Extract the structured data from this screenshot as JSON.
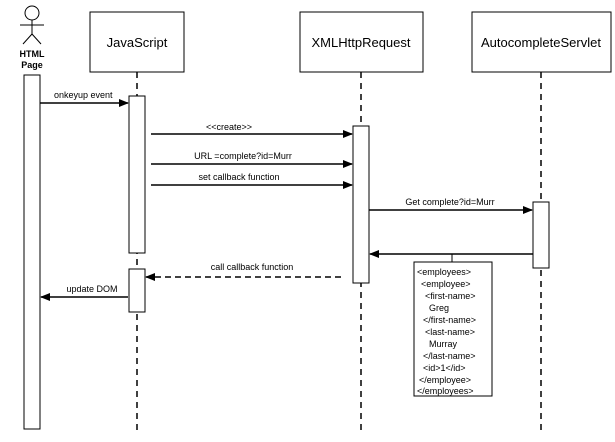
{
  "actor": {
    "name_line1": "HTML",
    "name_line2": "Page"
  },
  "participants": [
    "JavaScript",
    "XMLHttpRequest",
    "AutocompleteServlet"
  ],
  "messages": {
    "onkeyup": "onkeyup event",
    "create": "<<create>>",
    "url": "URL =complete?id=Murr",
    "set_callback": "set callback function",
    "get_complete": "Get complete?id=Murr",
    "call_callback": "call callback function",
    "update_dom": "update DOM"
  },
  "note": {
    "lines": [
      "<employees>",
      "<employee>",
      "<first-name>",
      "Greg",
      "</first-name>",
      "<last-name>",
      "Murray",
      "</last-name>",
      "<id>1</id>",
      "</employee>",
      "</employees>"
    ]
  },
  "colors": {
    "line": "#000000",
    "box_fill": "#ffffff"
  }
}
